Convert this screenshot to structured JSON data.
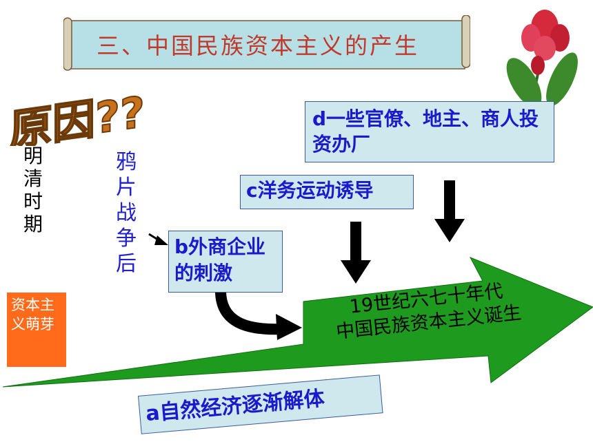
{
  "title": "三、中国民族资本主义的产生",
  "reason_label": "原因??",
  "ming_qing": "明清时期",
  "opium_war": "鸦片战争后",
  "sprout": "资本主义萌芽",
  "boxes": {
    "d": "d一些官僚、地主、商人投资办厂",
    "c": "c洋务运动诱导",
    "b": "b外商企业的刺激",
    "a": "a自然经济逐渐解体"
  },
  "arrow": {
    "line1": "19世纪六七十年代",
    "line2": "中国民族资本主义诞生"
  },
  "colors": {
    "arrow_green": "#1e9b1e",
    "box_fill": "#cfe8ee",
    "box_text": "#1a1acc",
    "title_red": "#c0392b",
    "sprout_orange": "#ff6b1a",
    "reason_orange": "#c8701a"
  },
  "icons": [
    "flower-icon"
  ]
}
